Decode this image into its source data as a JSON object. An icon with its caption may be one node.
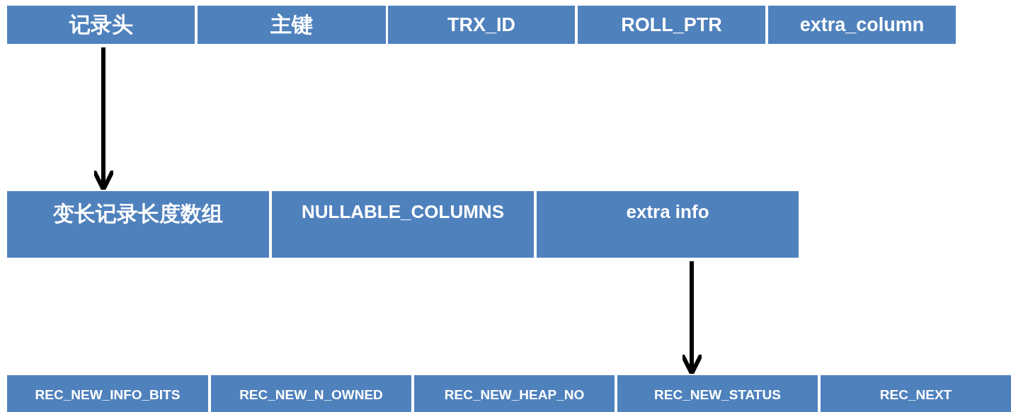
{
  "diagram": {
    "nodes": [
      {
        "text": [
          "记录头"
        ]
      },
      {
        "text": [
          "主键"
        ]
      },
      {
        "text": [
          "TRX_ID"
        ]
      },
      {
        "text": [
          "ROLL_PTR"
        ]
      },
      {
        "text": [
          "extra_column"
        ]
      },
      {
        "text": [
          "变长记录长度数组"
        ]
      },
      {
        "text": [
          "NULLABLE_COLUMNS"
        ]
      },
      {
        "text": [
          "extra info"
        ]
      },
      {
        "text": [
          "REC_NEW_INFO_BITS"
        ]
      },
      {
        "text": [
          "REC_NEW_N_OWNED"
        ]
      },
      {
        "text": [
          "REC_NEW_HEAP_NO"
        ]
      },
      {
        "text": [
          "REC_NEW_STATUS"
        ]
      },
      {
        "text": [
          "REC_NEXT"
        ]
      }
    ],
    "edges": [
      {
        "from": 0,
        "to": 5,
        "arrow": "to"
      },
      {
        "from": 7,
        "to": 11,
        "arrow": "to"
      }
    ]
  }
}
